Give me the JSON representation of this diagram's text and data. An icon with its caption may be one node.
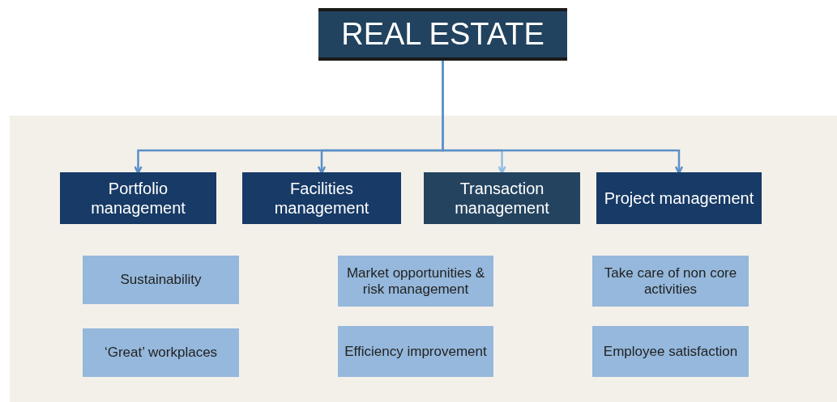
{
  "diagram": {
    "nodes": [
      {
        "text": [
          "REAL ESTATE"
        ]
      },
      {
        "text": [
          "Portfolio management"
        ]
      },
      {
        "text": [
          "Facilities management"
        ]
      },
      {
        "text": [
          "Transaction management"
        ]
      },
      {
        "text": [
          "Project management"
        ]
      },
      {
        "text": [
          "Sustainability"
        ]
      },
      {
        "text": [
          "Market opportunities & risk management"
        ]
      },
      {
        "text": [
          "Take care of non core activities"
        ]
      },
      {
        "text": [
          "‘Great’ workplaces"
        ]
      },
      {
        "text": [
          "Efficiency improvement"
        ]
      },
      {
        "text": [
          "Employee satisfaction"
        ]
      }
    ],
    "edges": [
      {
        "from": 0,
        "to": 1,
        "arrow": "to"
      },
      {
        "from": 0,
        "to": 2,
        "arrow": "to"
      },
      {
        "from": 0,
        "to": 3,
        "arrow": "to",
        "color": "#93bde2"
      },
      {
        "from": 0,
        "to": 4,
        "arrow": "to"
      }
    ]
  }
}
